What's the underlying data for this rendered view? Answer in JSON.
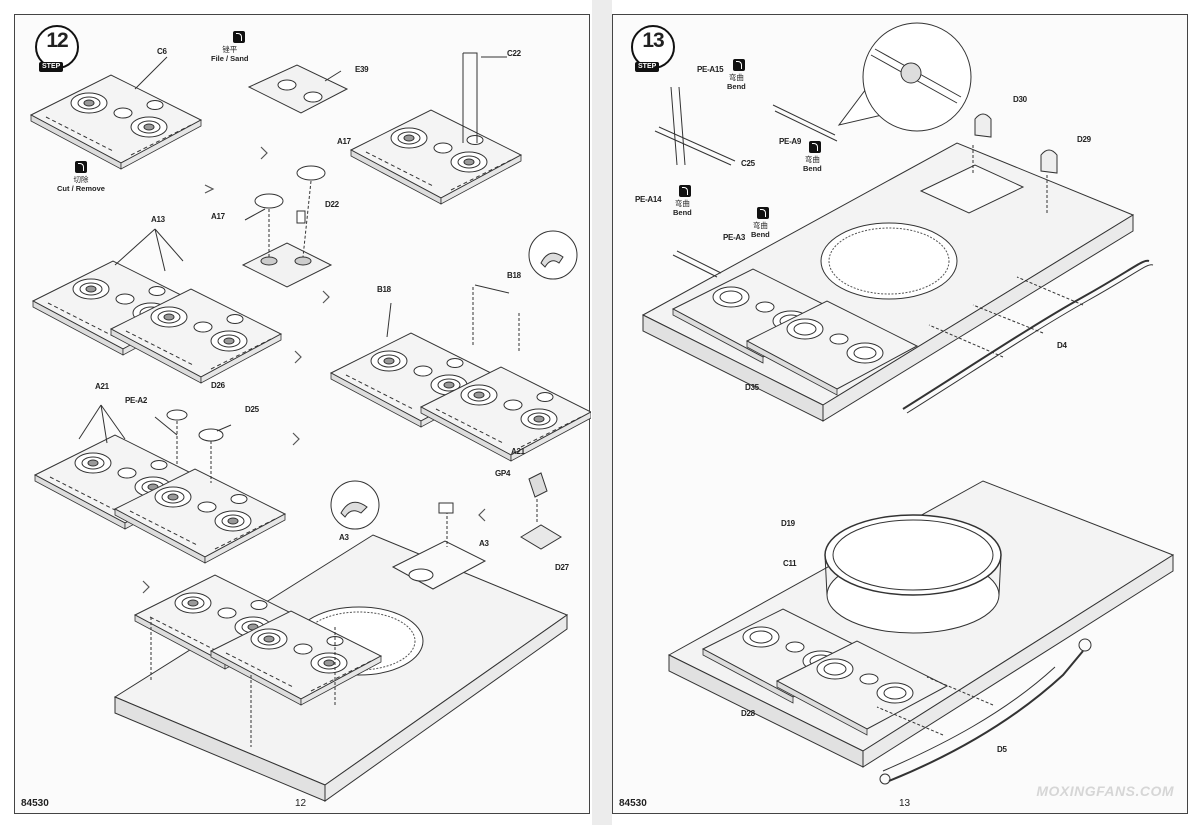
{
  "left_page": {
    "step_number": "12",
    "step_word": "STEP",
    "page_number": "12",
    "kit_number": "84530",
    "labels": {
      "c6": "C6",
      "e39": "E39",
      "c22": "C22",
      "a17_top": "A17",
      "a17_left": "A17",
      "d22": "D22",
      "a13": "A13",
      "b18_left": "B18",
      "b18_right": "B18",
      "a21_left": "A21",
      "a21_right": "A21",
      "pe_a2": "PE-A2",
      "d26": "D26",
      "d25": "D25",
      "gp4": "GP4",
      "d27": "D27",
      "a3_left": "A3",
      "a3_right": "A3"
    },
    "notes": {
      "file_sand_cn": "锉平",
      "file_sand": "File / Sand",
      "cut_remove_cn": "切除",
      "cut_remove": "Cut / Remove"
    }
  },
  "right_page": {
    "step_number": "13",
    "step_word": "STEP",
    "page_number": "13",
    "kit_number": "84530",
    "labels": {
      "pe_a15": "PE-A15",
      "c25": "C25",
      "pe_a9": "PE-A9",
      "pe_a14": "PE-A14",
      "pe_a3": "PE-A3",
      "d30": "D30",
      "d29": "D29",
      "d4": "D4",
      "d35": "D35",
      "d19": "D19",
      "c11": "C11",
      "d28": "D28",
      "d5": "D5"
    },
    "notes": {
      "bend_cn": "弯曲",
      "bend": "Bend"
    }
  },
  "watermark": "MOXINGFANS.COM",
  "colors": {
    "ink": "#222222",
    "paper": "#fbfbfb"
  }
}
